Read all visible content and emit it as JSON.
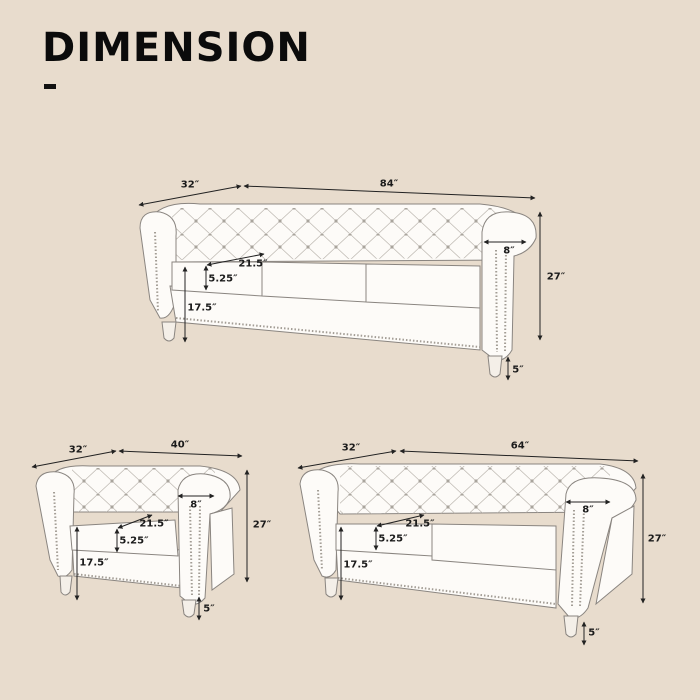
{
  "header": {
    "title": "DIMENSION",
    "subtitle_mark": "-"
  },
  "colors": {
    "background": "#e8dccd",
    "sofa_fill": "#fdfbf8",
    "outline": "#8a8580",
    "dimension_line": "#222222"
  },
  "products": [
    {
      "name": "three-seat-sofa",
      "dimensions": {
        "depth": "32″",
        "width": "84″",
        "height": "27″",
        "arm_width": "8″",
        "seat_depth": "21.5″",
        "cushion_thickness": "5.25″",
        "seat_height": "17.5″",
        "leg_height": "5″"
      }
    },
    {
      "name": "armchair",
      "dimensions": {
        "depth": "32″",
        "width": "40″",
        "height": "27″",
        "arm_width": "8″",
        "seat_depth": "21.5″",
        "cushion_thickness": "5.25″",
        "seat_height": "17.5″",
        "leg_height": "5″"
      }
    },
    {
      "name": "loveseat",
      "dimensions": {
        "depth": "32″",
        "width": "64″",
        "height": "27″",
        "arm_width": "8″",
        "seat_depth": "21.5″",
        "cushion_thickness": "5.25″",
        "seat_height": "17.5″",
        "leg_height": "5″"
      }
    }
  ]
}
